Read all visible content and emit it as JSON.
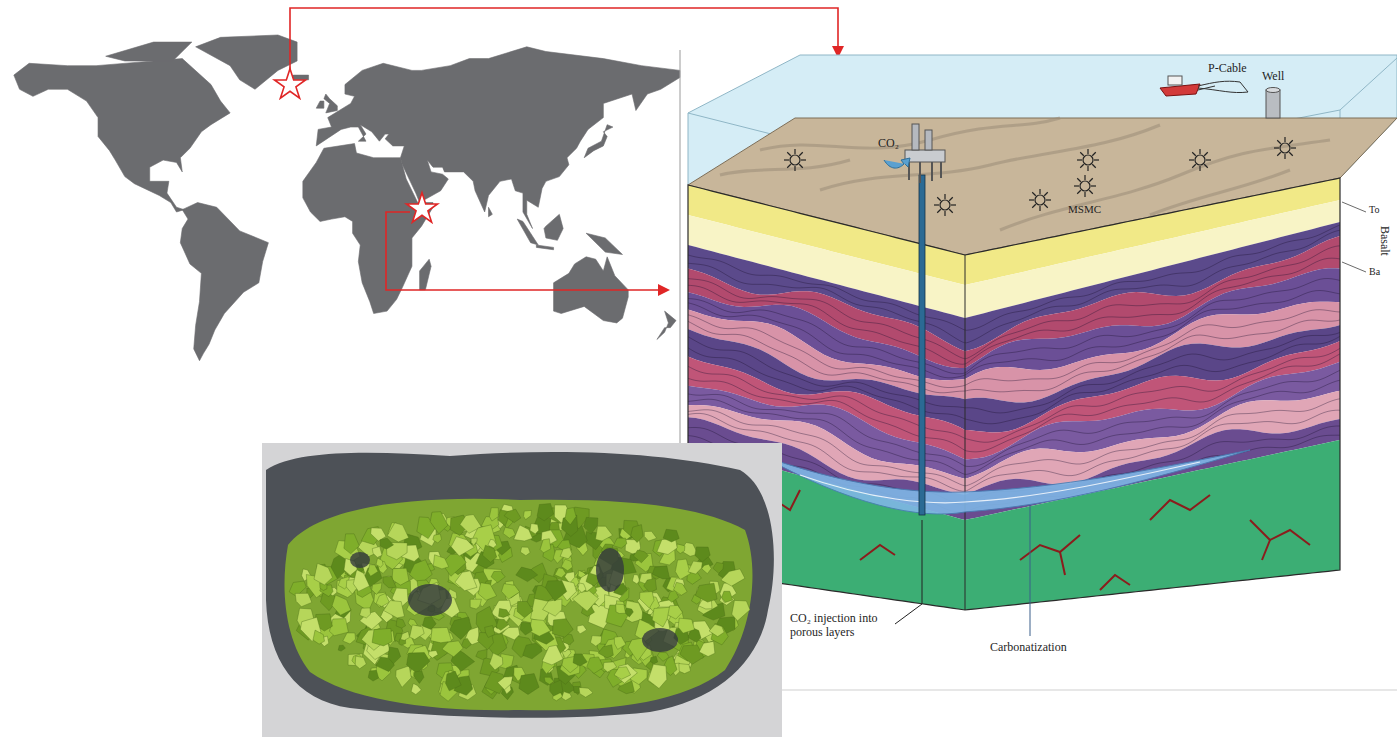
{
  "diagram": {
    "labels": [
      "P-Cable",
      "Well",
      "CO₂",
      "MSMC",
      "To",
      "Basalt",
      "Ba",
      "CO₂ injection into porous layers",
      "Carbonatization"
    ]
  }
}
